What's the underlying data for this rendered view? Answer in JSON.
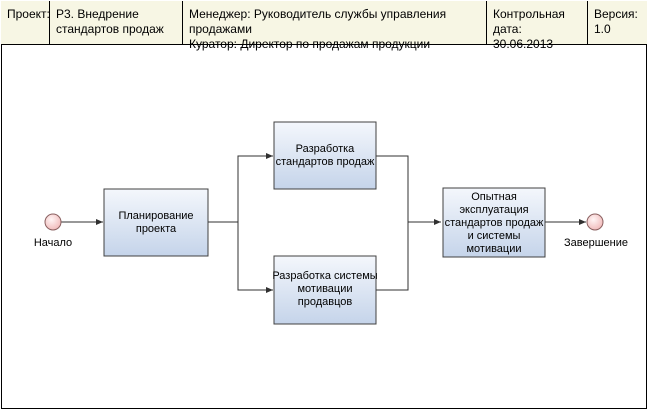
{
  "header": {
    "project_label": "Проект:",
    "project_value": "Р3.  Внедрение\nстандартов продаж",
    "people": "Менеджер: Руководитель службы управления продажами\nКуратор: Директор по продажам продукции",
    "control_date": "Контрольная\nдата: 30.06.2013",
    "version": "Версия:\n1.0"
  },
  "diagram": {
    "start_label": "Начало",
    "end_label": "Завершение",
    "tasks": {
      "planning": [
        "Планирование",
        "проекта"
      ],
      "standards": [
        "Разработка",
        "стандартов продаж"
      ],
      "motivation": [
        "Разработка системы",
        "мотивации",
        "продавцов"
      ],
      "pilot": [
        "Опытная",
        "эксплуатация",
        "стандартов продаж",
        "и системы",
        "мотивации"
      ]
    },
    "colors": {
      "box_top": "#f4f7fc",
      "box_bottom": "#c5d4ea",
      "box_border": "#404040",
      "event_fill": "#f3c9c9",
      "event_border": "#8a6060",
      "line": "#303030"
    }
  }
}
